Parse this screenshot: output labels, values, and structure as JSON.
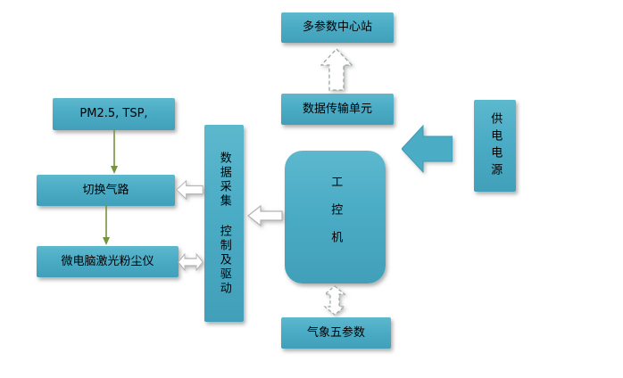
{
  "colors": {
    "box_fill": "#4bacc6",
    "box_text": "#000000",
    "thin_arrow": "#77933c",
    "hollow_arrow_outline": "#b3b3b3"
  },
  "diagram": {
    "nodes": {
      "central_station": {
        "label": "多参数中心站"
      },
      "transmission_unit": {
        "label": "数据传输单元"
      },
      "power_supply": {
        "label": "供电电源"
      },
      "industrial_computer": {
        "label": "工控机"
      },
      "daq": {
        "label_top": "数据采集",
        "label_bottom": "控制及驱动"
      },
      "pm_sensor": {
        "label": "PM2.5, TSP,"
      },
      "gas_switch": {
        "label": "切换气路"
      },
      "dust_meter": {
        "label": "微电脑激光粉尘仪"
      },
      "weather": {
        "label": "气象五参数"
      }
    },
    "connections": [
      {
        "from": "数据传输单元",
        "to": "多参数中心站",
        "style": "dashed outlined block arrow, pointing up"
      },
      {
        "from": "供电电源",
        "to": "工控机",
        "style": "solid teal block arrow, pointing left"
      },
      {
        "from": "工控机",
        "to": "数据采集控制及驱动",
        "style": "white outlined block arrow, pointing left"
      },
      {
        "from": "数据采集控制及驱动",
        "to": "切换气路",
        "style": "white outlined block arrow, pointing left"
      },
      {
        "from": "数据采集控制及驱动",
        "to": "微电脑激光粉尘仪",
        "style": "white outlined double-headed arrow, horizontal"
      },
      {
        "from": "工控机",
        "to": "气象五参数",
        "style": "dashed outlined double-headed arrow, vertical"
      },
      {
        "from": "PM2.5, TSP,",
        "to": "切换气路",
        "style": "thin line arrow, down"
      },
      {
        "from": "切换气路",
        "to": "微电脑激光粉尘仪",
        "style": "thin line arrow, down"
      }
    ]
  }
}
